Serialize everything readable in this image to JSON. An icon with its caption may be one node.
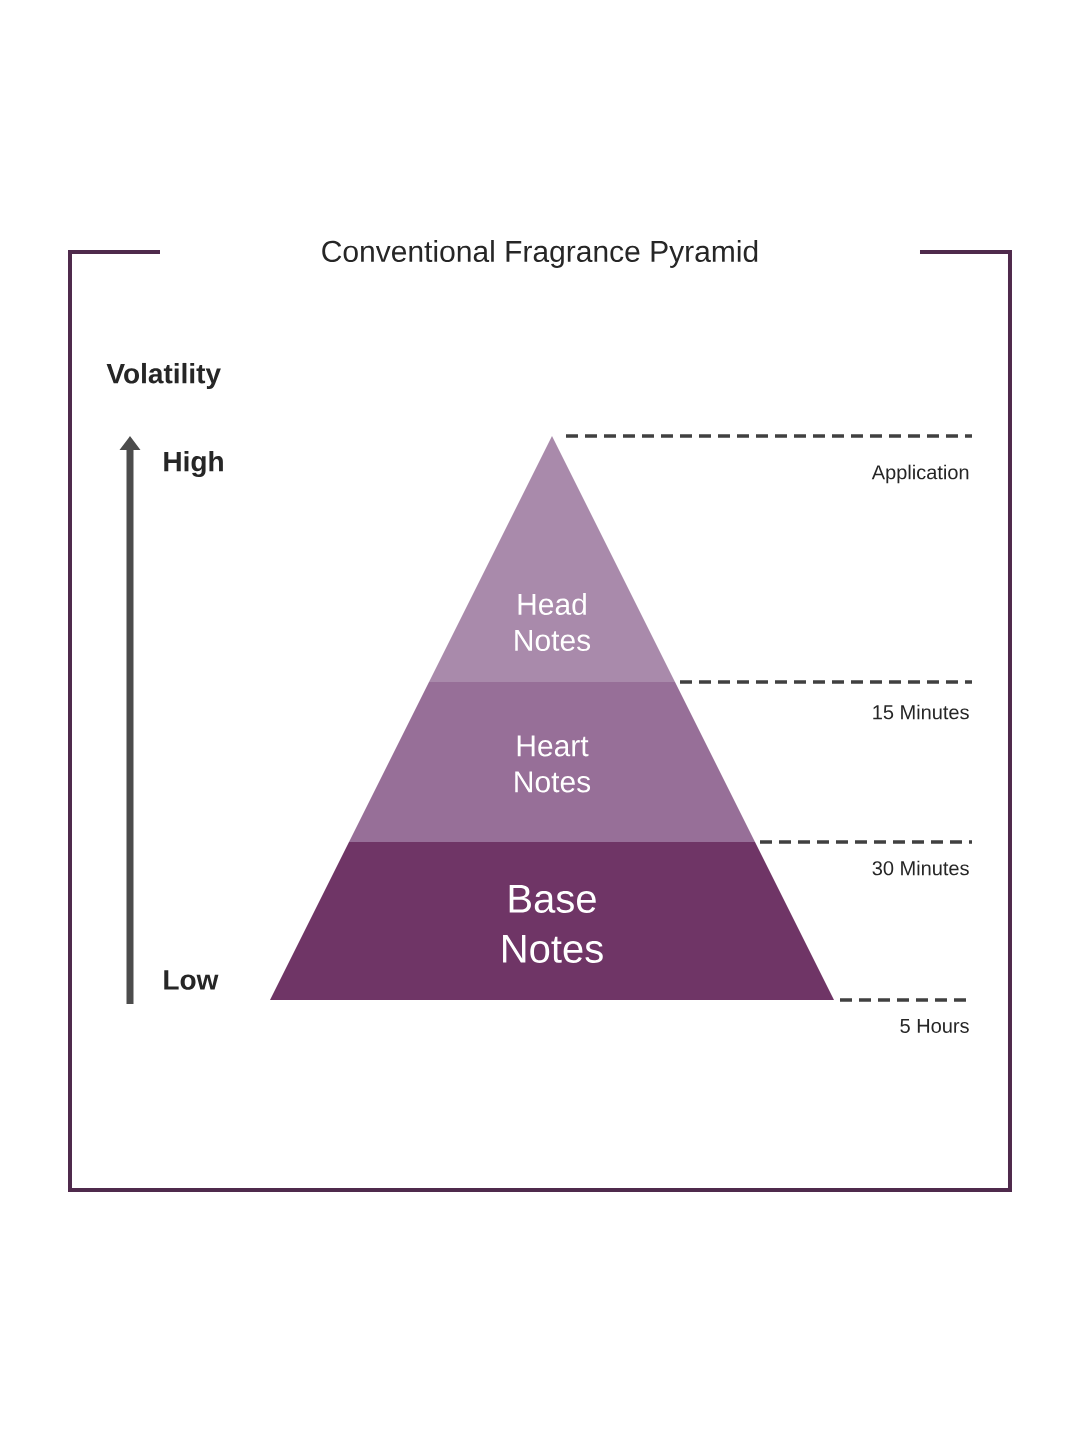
{
  "diagram": {
    "title": "Conventional Fragrance Pyramid",
    "nodes": [
      {
        "text": [
          "Head Notes"
        ]
      },
      {
        "text": [
          "Heart Notes"
        ]
      },
      {
        "text": [
          "Base Notes"
        ]
      }
    ],
    "labels": [
      "Volatility",
      "High",
      "Application",
      "15 Minutes",
      "30 Minutes",
      "Low",
      "5 Hours"
    ]
  }
}
